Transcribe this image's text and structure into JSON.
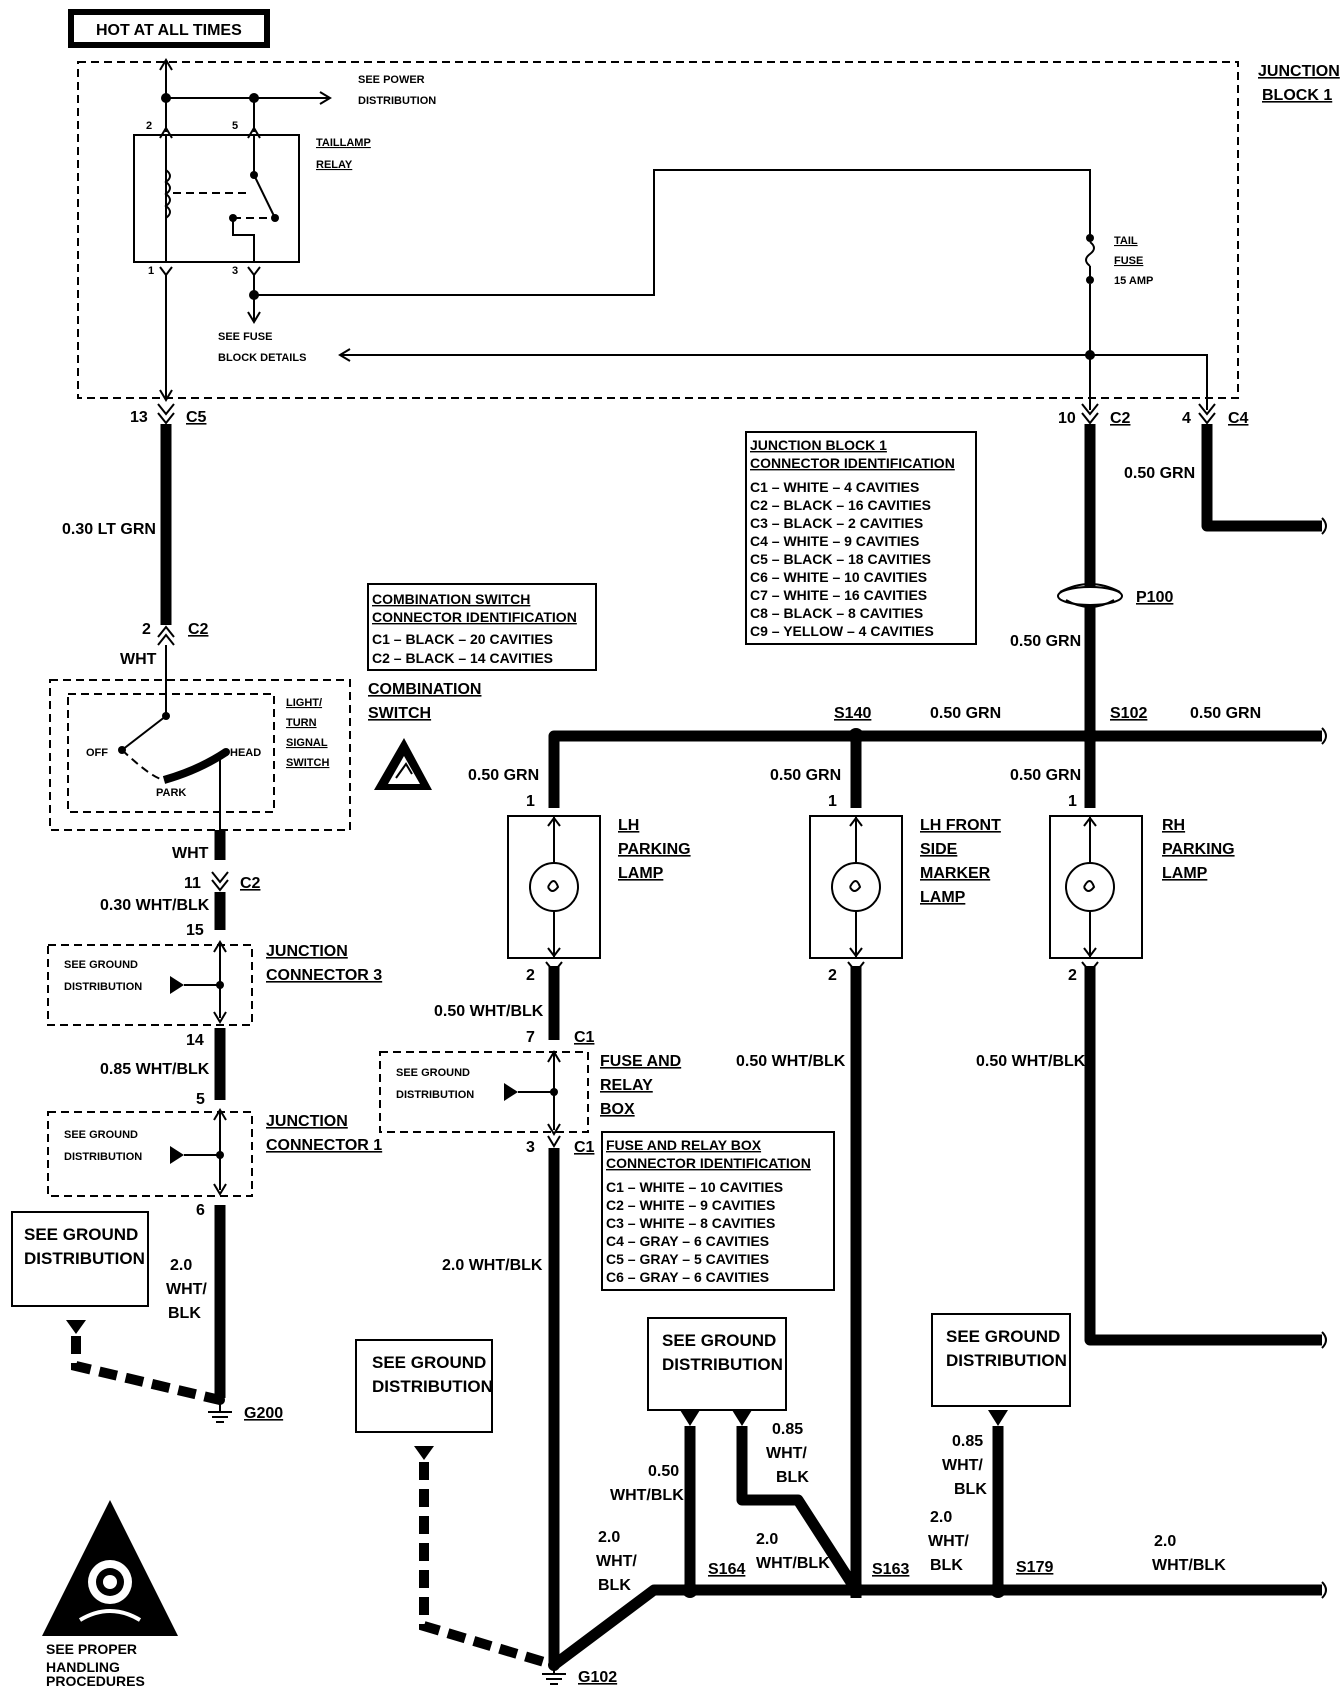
{
  "header": {
    "hot_label": "HOT AT ALL TIMES"
  },
  "junction_block_1": {
    "title_line1": "JUNCTION",
    "title_line2": "BLOCK 1",
    "see_power_line1": "SEE POWER",
    "see_power_line2": "DISTRIBUTION",
    "relay_name_line1": "TAILLAMP",
    "relay_name_line2": "RELAY",
    "relay_pins": [
      "2",
      "5",
      "1",
      "3"
    ],
    "see_fuse_line1": "SEE FUSE",
    "see_fuse_line2": "BLOCK DETAILS",
    "fuse_name_line1": "TAIL",
    "fuse_name_line2": "FUSE",
    "fuse_rating": "15 AMP"
  },
  "connectors": {
    "c5_pin": "13",
    "c5": "C5",
    "c2_pin": "10",
    "c2": "C2",
    "c4_pin": "4",
    "c4": "C4",
    "combo_c2_pin_top": "2",
    "combo_c2_top": "C2",
    "combo_c2_pin_bottom": "11",
    "combo_c2_bottom": "C2",
    "jc3_pin_top": "15",
    "jc3_pin_bottom": "14",
    "jc1_pin_top": "5",
    "jc1_pin_bottom": "6",
    "frb_c1_pin_top": "7",
    "frb_c1_top": "C1",
    "frb_c1_pin_bottom": "3",
    "frb_c1_bottom": "C1",
    "lamp_pin_top": "1",
    "lamp_pin_bottom": "2"
  },
  "wires": {
    "w_030_ltgrn": "0.30 LT GRN",
    "w_050_grn": "0.50 GRN",
    "w_wht": "WHT",
    "w_030_whtblk": "0.30 WHT/BLK",
    "w_085_whtblk": "0.85 WHT/BLK",
    "w_050_whtblk": "0.50 WHT/BLK",
    "w_20_whtblk": "2.0 WHT/BLK",
    "w_20": "2.0",
    "w_050": "0.50",
    "w_085": "0.85",
    "w_wht_slash": "WHT/",
    "w_blk": "BLK",
    "w_whtblk_short": "WHT/BLK"
  },
  "jb1_connector_id": {
    "title_line1": "JUNCTION BLOCK 1",
    "title_line2": "CONNECTOR IDENTIFICATION",
    "rows": [
      "C1 – WHITE – 4 CAVITIES",
      "C2 – BLACK – 16 CAVITIES",
      "C3 – BLACK – 2 CAVITIES",
      "C4 – WHITE – 9 CAVITIES",
      "C5 – BLACK – 18 CAVITIES",
      "C6 – WHITE – 10 CAVITIES",
      "C7 – WHITE – 16 CAVITIES",
      "C8 – BLACK – 8 CAVITIES",
      "C9 – YELLOW – 4 CAVITIES"
    ]
  },
  "combo_connector_id": {
    "title_line1": "COMBINATION SWITCH",
    "title_line2": "CONNECTOR IDENTIFICATION",
    "rows": [
      "C1 – BLACK – 20 CAVITIES",
      "C2 – BLACK – 14 CAVITIES"
    ]
  },
  "frb_connector_id": {
    "title_line1": "FUSE AND RELAY BOX",
    "title_line2": "CONNECTOR IDENTIFICATION",
    "rows": [
      "C1 – WHITE – 10 CAVITIES",
      "C2 – WHITE – 9 CAVITIES",
      "C3 – WHITE – 8 CAVITIES",
      "C4 – GRAY – 6 CAVITIES",
      "C5 – GRAY – 5 CAVITIES",
      "C6 – GRAY – 6 CAVITIES"
    ]
  },
  "combination_switch": {
    "name_line1": "COMBINATION",
    "name_line2": "SWITCH",
    "sub_line1": "LIGHT/",
    "sub_line2": "TURN",
    "sub_line3": "SIGNAL",
    "sub_line4": "SWITCH",
    "pos_off": "OFF",
    "pos_park": "PARK",
    "pos_head": "HEAD"
  },
  "junction_connectors": {
    "jc3_line1": "JUNCTION",
    "jc3_line2": "CONNECTOR 3",
    "jc1_line1": "JUNCTION",
    "jc1_line2": "CONNECTOR 1"
  },
  "ground_ref": {
    "small_line1": "SEE GROUND",
    "small_line2": "DISTRIBUTION",
    "big_line1": "SEE GROUND",
    "big_line2": "DISTRIBUTION"
  },
  "fuse_relay_box": {
    "line1": "FUSE AND",
    "line2": "RELAY",
    "line3": "BOX"
  },
  "lamps": {
    "lh_parking": [
      "LH",
      "PARKING",
      "LAMP"
    ],
    "lh_front_side_marker": [
      "LH FRONT",
      "SIDE",
      "MARKER",
      "LAMP"
    ],
    "rh_parking": [
      "RH",
      "PARKING",
      "LAMP"
    ]
  },
  "splices": {
    "p100": "P100",
    "s140": "S140",
    "s102": "S102",
    "s164": "S164",
    "s163": "S163",
    "s179": "S179"
  },
  "grounds": {
    "g200": "G200",
    "g102": "G102"
  },
  "caution": {
    "line1": "SEE PROPER",
    "line2": "HANDLING",
    "line3": "PROCEDURES"
  }
}
